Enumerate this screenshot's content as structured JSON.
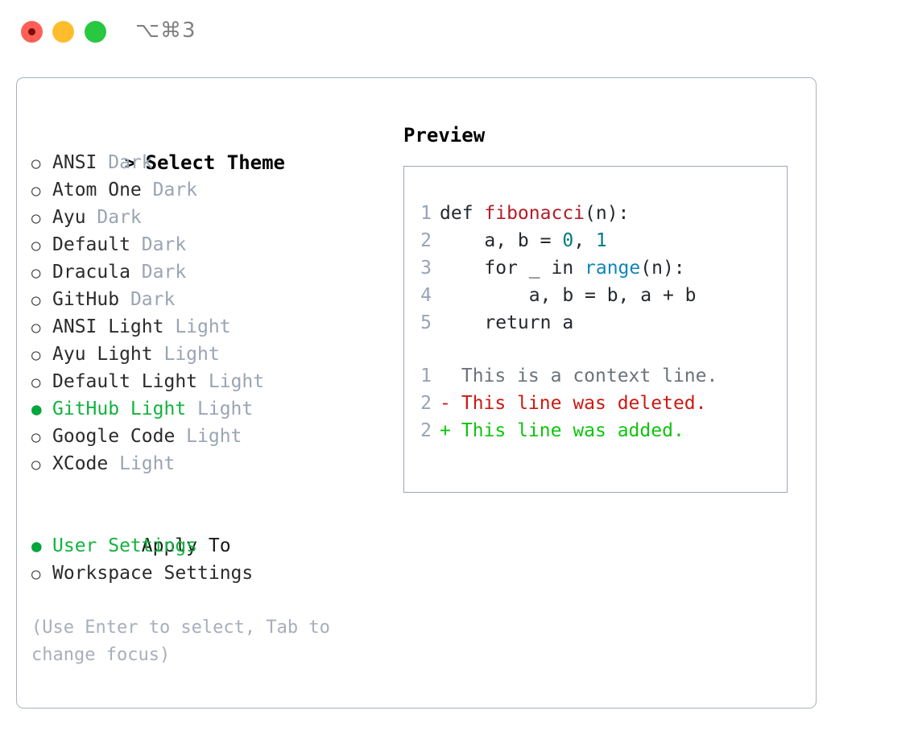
{
  "titlebar": {
    "shortcut": "⌥⌘3",
    "buttons": [
      {
        "name": "close",
        "color": "#ff5f57"
      },
      {
        "name": "minimize",
        "color": "#ffbd2e"
      },
      {
        "name": "maximize",
        "color": "#28c840"
      }
    ]
  },
  "theme_panel": {
    "header_prefix": ">",
    "header": "Select Theme",
    "marker_unselected": "○",
    "marker_selected": "●",
    "items": [
      {
        "name": "ANSI",
        "variant": "Dark",
        "selected": false
      },
      {
        "name": "Atom One",
        "variant": "Dark",
        "selected": false
      },
      {
        "name": "Ayu",
        "variant": "Dark",
        "selected": false
      },
      {
        "name": "Default",
        "variant": "Dark",
        "selected": false
      },
      {
        "name": "Dracula",
        "variant": "Dark",
        "selected": false
      },
      {
        "name": "GitHub",
        "variant": "Dark",
        "selected": false
      },
      {
        "name": "ANSI Light",
        "variant": "Light",
        "selected": false
      },
      {
        "name": "Ayu Light",
        "variant": "Light",
        "selected": false
      },
      {
        "name": "Default Light",
        "variant": "Light",
        "selected": false
      },
      {
        "name": "GitHub Light",
        "variant": "Light",
        "selected": true
      },
      {
        "name": "Google Code",
        "variant": "Light",
        "selected": false
      },
      {
        "name": "XCode",
        "variant": "Light",
        "selected": false
      }
    ]
  },
  "apply_to": {
    "header": "Apply To",
    "options": [
      {
        "name": "User Settings",
        "selected": true
      },
      {
        "name": "Workspace Settings",
        "selected": false
      }
    ]
  },
  "hint": "(Use Enter to select, Tab to change focus)",
  "preview": {
    "title": "Preview",
    "code_lines": [
      {
        "no": "1",
        "tokens": [
          {
            "t": "def ",
            "c": "kw"
          },
          {
            "t": "fibonacci",
            "c": "fn"
          },
          {
            "t": "(n):",
            "c": "punc"
          }
        ]
      },
      {
        "no": "2",
        "tokens": [
          {
            "t": "    a, b = ",
            "c": "kw"
          },
          {
            "t": "0",
            "c": "num"
          },
          {
            "t": ", ",
            "c": "punc"
          },
          {
            "t": "1",
            "c": "num"
          }
        ]
      },
      {
        "no": "3",
        "tokens": [
          {
            "t": "    for _ in ",
            "c": "kw"
          },
          {
            "t": "range",
            "c": "bi"
          },
          {
            "t": "(n):",
            "c": "punc"
          }
        ]
      },
      {
        "no": "4",
        "tokens": [
          {
            "t": "        a, b = b, a + b",
            "c": "kw"
          }
        ]
      },
      {
        "no": "5",
        "tokens": [
          {
            "t": "    return a",
            "c": "kw"
          }
        ]
      }
    ],
    "diff_lines": [
      {
        "no": "1",
        "sign": " ",
        "text": "This is a context line.",
        "kind": "dctx"
      },
      {
        "no": "2",
        "sign": "-",
        "text": "This line was deleted.",
        "kind": "ddel"
      },
      {
        "no": "2",
        "sign": "+",
        "text": "This line was added.",
        "kind": "dadd"
      }
    ]
  },
  "colors": {
    "accent_green": "#12b33e",
    "marker_green": "#00a63c",
    "muted": "#9aa4b4",
    "hint": "#a8aebb",
    "border": "#aab2c0",
    "preview_border": "#9aa6b8",
    "diff_delete": "#cb1a12",
    "diff_add": "#0ec40e",
    "code_function": "#b31d28",
    "code_number": "#007b7b",
    "code_builtin": "#0f86b8"
  }
}
